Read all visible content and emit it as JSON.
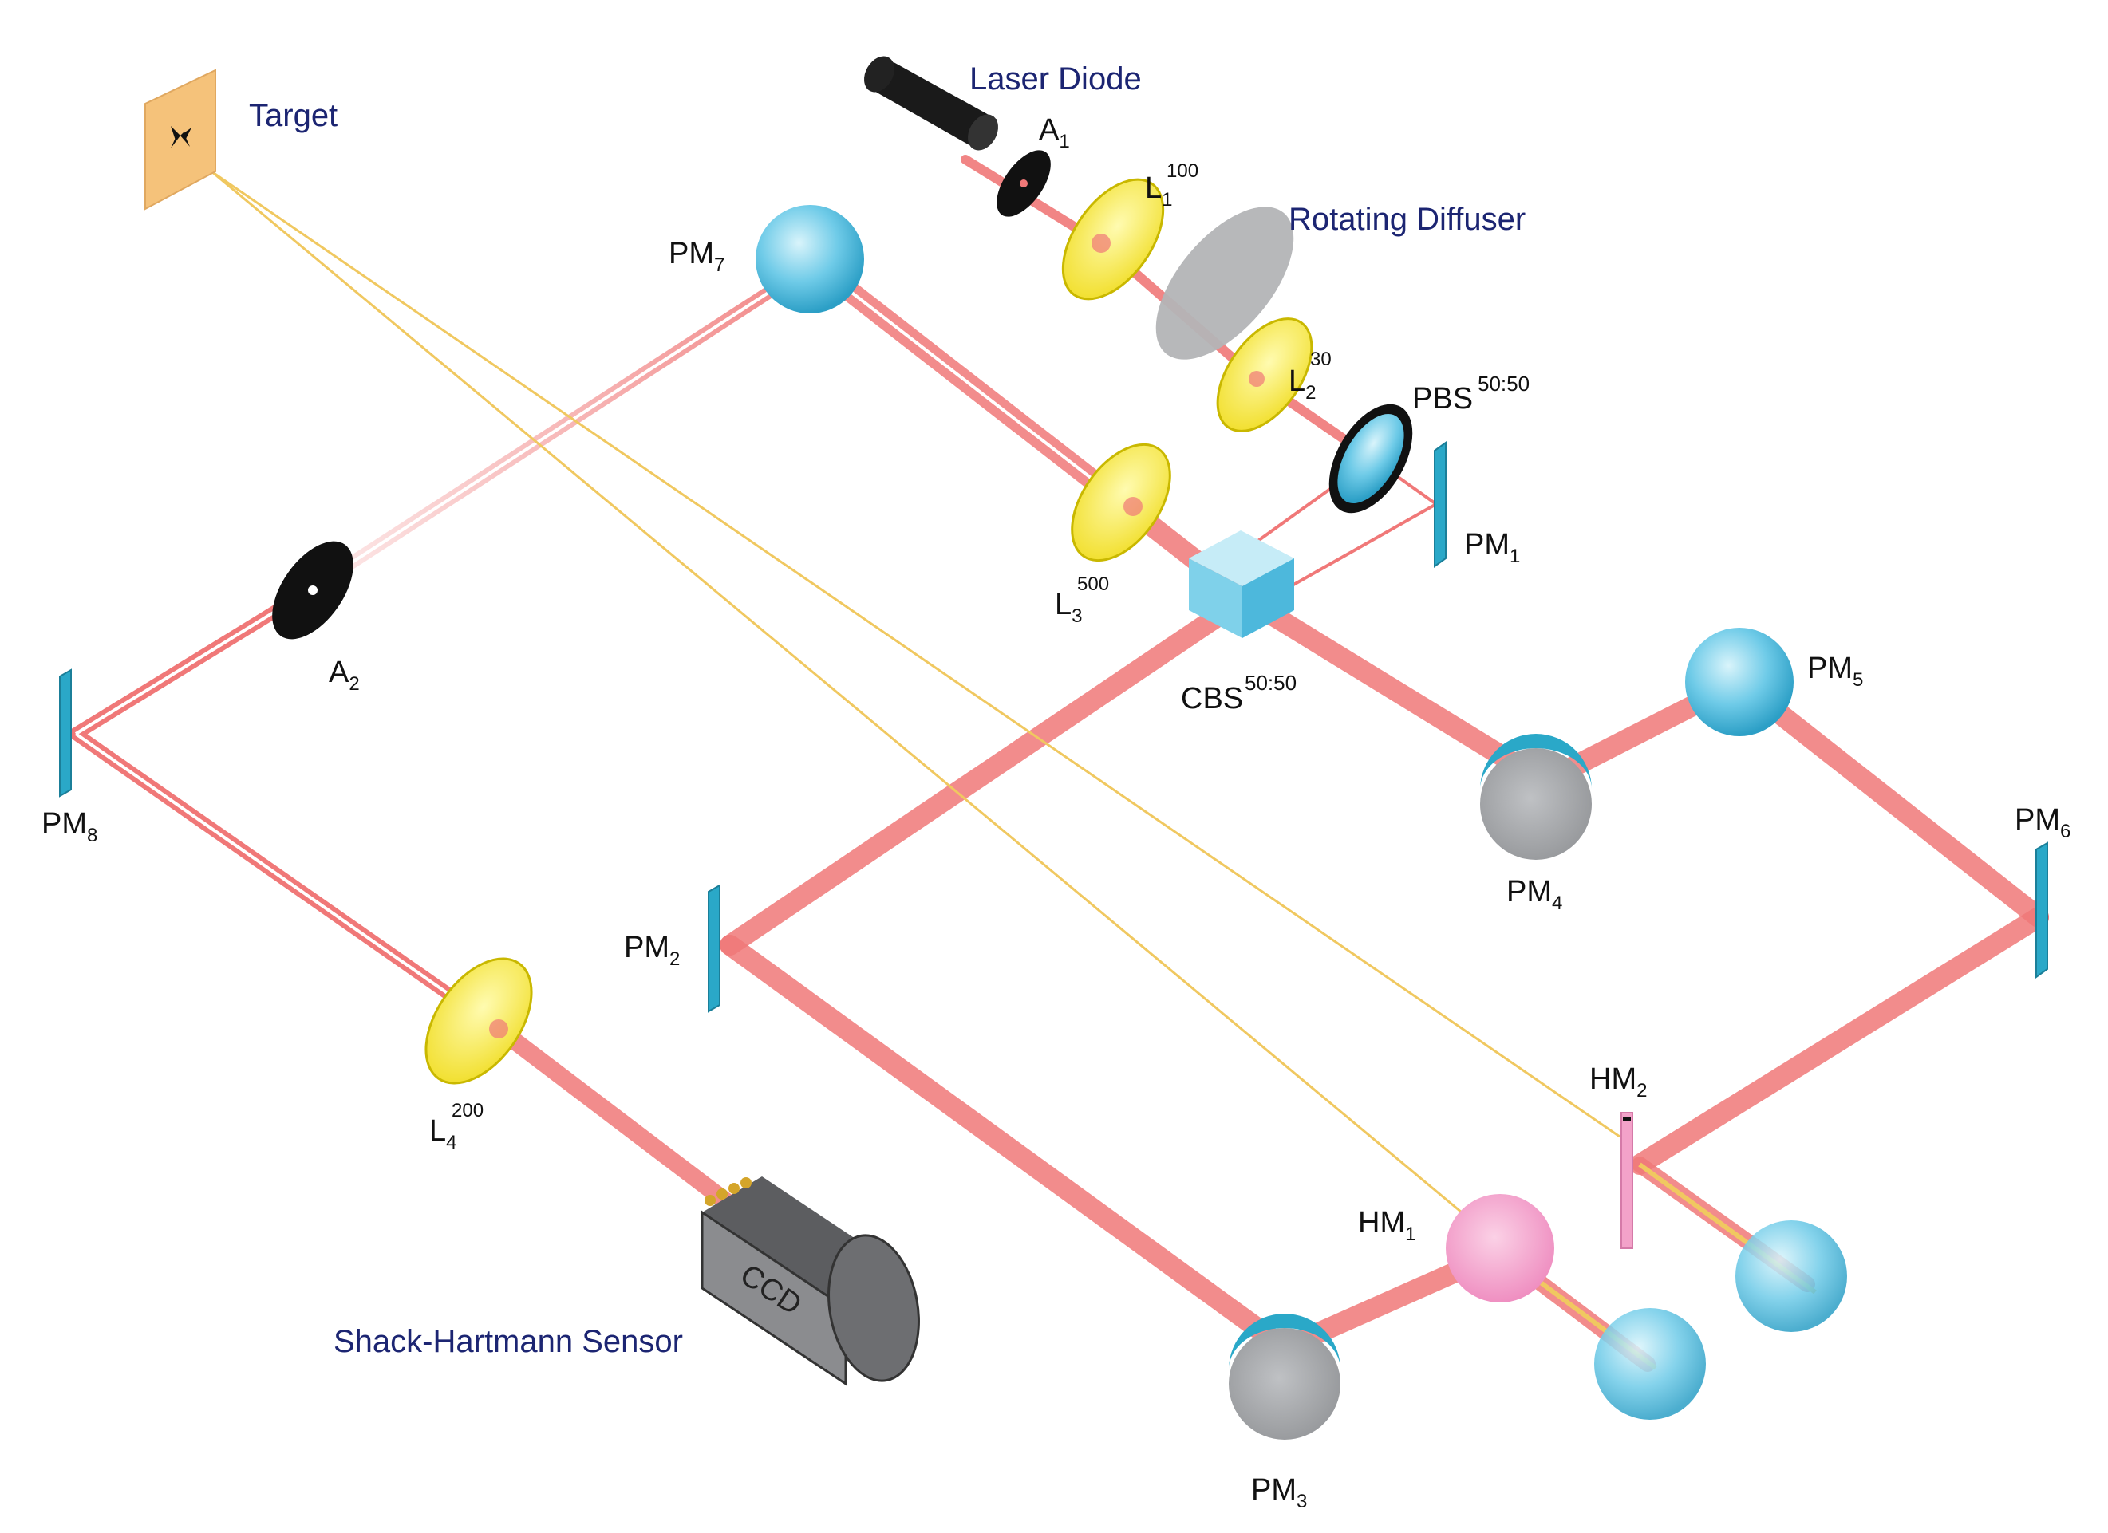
{
  "labels": {
    "target": "Target",
    "laser_diode": "Laser Diode",
    "rotating_diffuser": "Rotating Diffuser",
    "shack_hartmann": "Shack-Hartmann Sensor",
    "ccd": "CCD",
    "a1": {
      "main": "A",
      "sub": "1"
    },
    "a2": {
      "main": "A",
      "sub": "2"
    },
    "l1": {
      "main": "L",
      "sub": "1",
      "sup": "100"
    },
    "l2": {
      "main": "L",
      "sub": "2",
      "sup": "30"
    },
    "l3": {
      "main": "L",
      "sub": "3",
      "sup": "500"
    },
    "l4": {
      "main": "L",
      "sub": "4",
      "sup": "200"
    },
    "pbs": {
      "main": "PBS",
      "sup": "50:50"
    },
    "cbs": {
      "main": "CBS",
      "sup": "50:50"
    },
    "pm1": {
      "main": "PM",
      "sub": "1"
    },
    "pm2": {
      "main": "PM",
      "sub": "2"
    },
    "pm3": {
      "main": "PM",
      "sub": "3"
    },
    "pm4": {
      "main": "PM",
      "sub": "4"
    },
    "pm5": {
      "main": "PM",
      "sub": "5"
    },
    "pm6": {
      "main": "PM",
      "sub": "6"
    },
    "pm7": {
      "main": "PM",
      "sub": "7"
    },
    "pm8": {
      "main": "PM",
      "sub": "8"
    },
    "hm1": {
      "main": "HM",
      "sub": "1"
    },
    "hm2": {
      "main": "HM",
      "sub": "2"
    }
  },
  "colors": {
    "beam": "#f07878",
    "yellow_line": "#f0c860",
    "lens": "#f5e63a",
    "mirror": "#2aa8c8",
    "sphere": "#7fd4ee",
    "gray_mirror": "#a8aaad",
    "hm1": "#f29ac8",
    "label_blue": "#1c2572",
    "target": "#f5c27a"
  }
}
